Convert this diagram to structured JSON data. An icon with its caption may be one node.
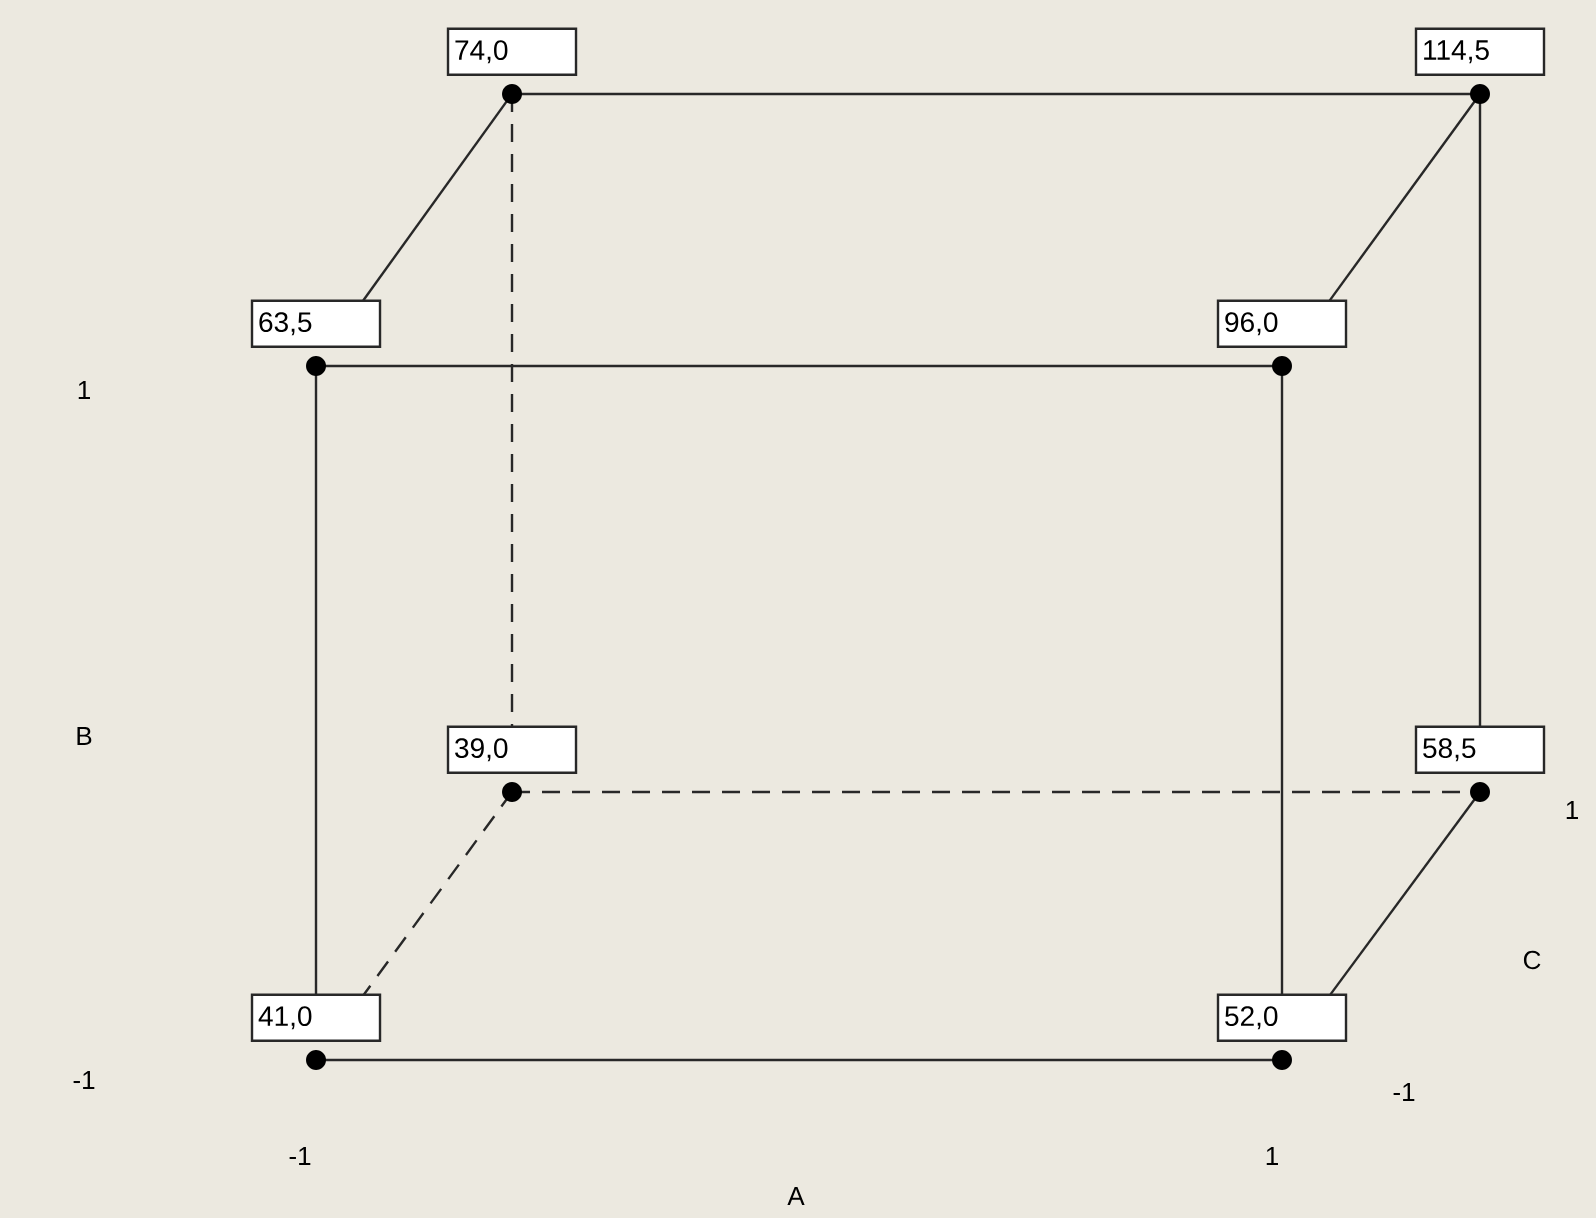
{
  "diagram": {
    "nodes": [
      {
        "text": [
          "74,0"
        ]
      },
      {
        "text": [
          "114,5"
        ]
      },
      {
        "text": [
          "63,5"
        ]
      },
      {
        "text": [
          "96,0"
        ]
      },
      {
        "text": [
          "39,0"
        ]
      },
      {
        "text": [
          "58,5"
        ]
      },
      {
        "text": [
          "41,0"
        ]
      },
      {
        "text": [
          "52,0"
        ]
      }
    ],
    "edges": [
      {
        "from": 0,
        "to": 1,
        "arrow": "none"
      },
      {
        "from": 0,
        "to": 2,
        "arrow": "none"
      },
      {
        "from": 1,
        "to": 3,
        "arrow": "none"
      },
      {
        "from": 2,
        "to": 3,
        "arrow": "none"
      },
      {
        "from": 0,
        "to": 4,
        "arrow": "none",
        "style": "dashed"
      },
      {
        "from": 1,
        "to": 5,
        "arrow": "none"
      },
      {
        "from": 2,
        "to": 6,
        "arrow": "none"
      },
      {
        "from": 3,
        "to": 7,
        "arrow": "none"
      },
      {
        "from": 4,
        "to": 5,
        "arrow": "none",
        "style": "dashed"
      },
      {
        "from": 4,
        "to": 6,
        "arrow": "none",
        "style": "dashed"
      },
      {
        "from": 5,
        "to": 7,
        "arrow": "none"
      },
      {
        "from": 6,
        "to": 7,
        "arrow": "none"
      }
    ],
    "labels": [
      "1",
      "B",
      "1",
      "-1",
      "C",
      "-1",
      "-1",
      "1",
      "A"
    ]
  }
}
